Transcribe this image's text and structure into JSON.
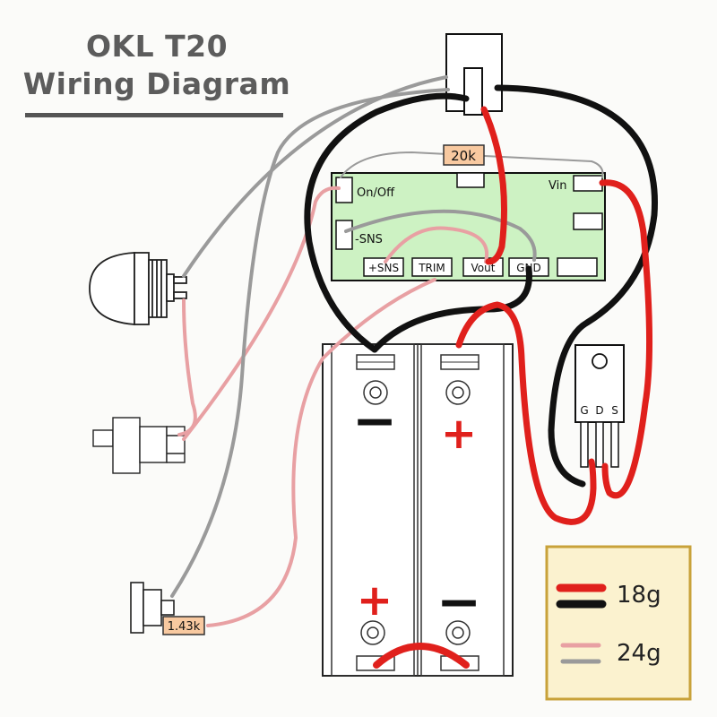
{
  "title": {
    "line1": "OKL T20",
    "line2": "Wiring Diagram"
  },
  "module": {
    "pads": {
      "on_off": "On/Off",
      "minus_sns": "-SNS",
      "vin": "Vin",
      "plus_sns": "+SNS",
      "trim": "TRIM",
      "vout": "Vout",
      "gnd": "GND"
    }
  },
  "resistors": {
    "r20k": "20k",
    "r143k": "1.43k"
  },
  "mosfet": {
    "pins": [
      "G",
      "D",
      "S"
    ]
  },
  "battery": {
    "symbols": {
      "top_left": "−",
      "top_right": "+",
      "bottom_left": "+",
      "bottom_right": "−"
    }
  },
  "legend": {
    "thick_label": "18g",
    "thin_label": "24g"
  },
  "colors": {
    "wire_red": "#e0201c",
    "wire_black": "#111111",
    "wire_pink": "#e8a0a3",
    "wire_gray": "#9a9a9a",
    "module_fill": "#cdf2c3",
    "resistor_fill": "#f8c9a0",
    "legend_fill": "#fbf2cf",
    "legend_border": "#c8a23a",
    "title_text": "#5c5c5c"
  }
}
